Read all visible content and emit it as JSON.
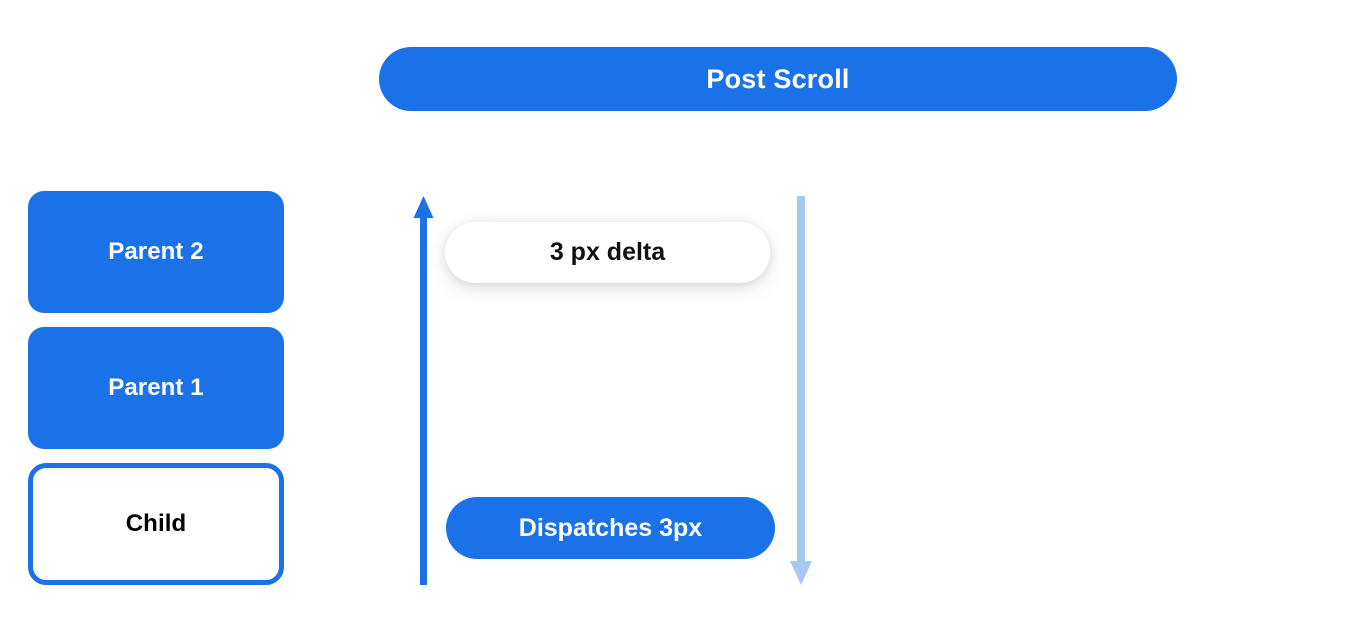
{
  "header": {
    "title": "Post Scroll",
    "background_color": "#1b72e8",
    "text_color": "#ffffff"
  },
  "node_stack": {
    "items": [
      {
        "label": "Parent 2",
        "style": "filled",
        "fill": "#1b72e8",
        "text_color": "#ffffff"
      },
      {
        "label": "Parent 1",
        "style": "filled",
        "fill": "#1b72e8",
        "text_color": "#ffffff"
      },
      {
        "label": "Child",
        "style": "outlined",
        "fill": "#ffffff",
        "border_color": "#1b72e8",
        "text_color": "#000000"
      }
    ]
  },
  "flow": {
    "up_arrow": {
      "name": "bubble-up-arrow",
      "direction": "up",
      "color": "#1b72e8"
    },
    "down_arrow": {
      "name": "scroll-down-arrow",
      "direction": "down",
      "color": "#a8c7f5"
    },
    "delta_callout": {
      "label": "3 px delta",
      "background_color": "#ffffff",
      "text_color": "#111111"
    },
    "dispatch_callout": {
      "label": "Dispatches 3px",
      "background_color": "#1b72e8",
      "text_color": "#ffffff"
    }
  }
}
